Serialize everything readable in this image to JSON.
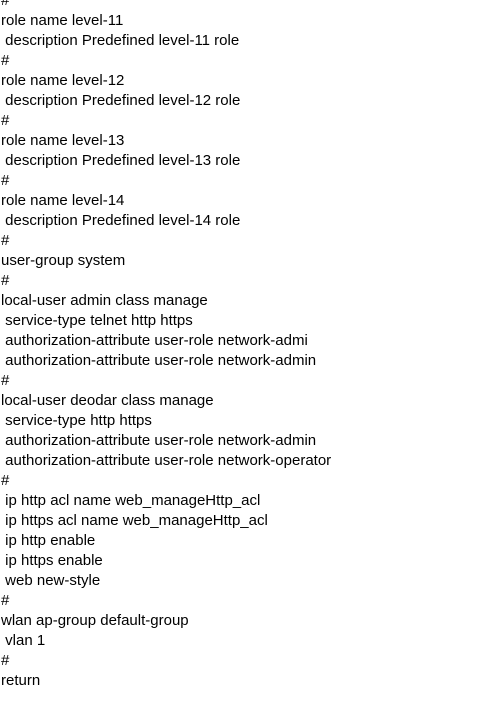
{
  "config_lines": [
    "#",
    "role name level-11",
    " description Predefined level-11 role",
    "#",
    "role name level-12",
    " description Predefined level-12 role",
    "#",
    "role name level-13",
    " description Predefined level-13 role",
    "#",
    "role name level-14",
    " description Predefined level-14 role",
    "#",
    "user-group system",
    "#",
    "local-user admin class manage",
    " service-type telnet http https",
    " authorization-attribute user-role network-admi",
    " authorization-attribute user-role network-admin",
    "#",
    "local-user deodar class manage",
    " service-type http https",
    " authorization-attribute user-role network-admin",
    " authorization-attribute user-role network-operator",
    "#",
    " ip http acl name web_manageHttp_acl",
    " ip https acl name web_manageHttp_acl",
    " ip http enable",
    " ip https enable",
    " web new-style",
    "#",
    "wlan ap-group default-group",
    " vlan 1",
    "#",
    "return"
  ]
}
